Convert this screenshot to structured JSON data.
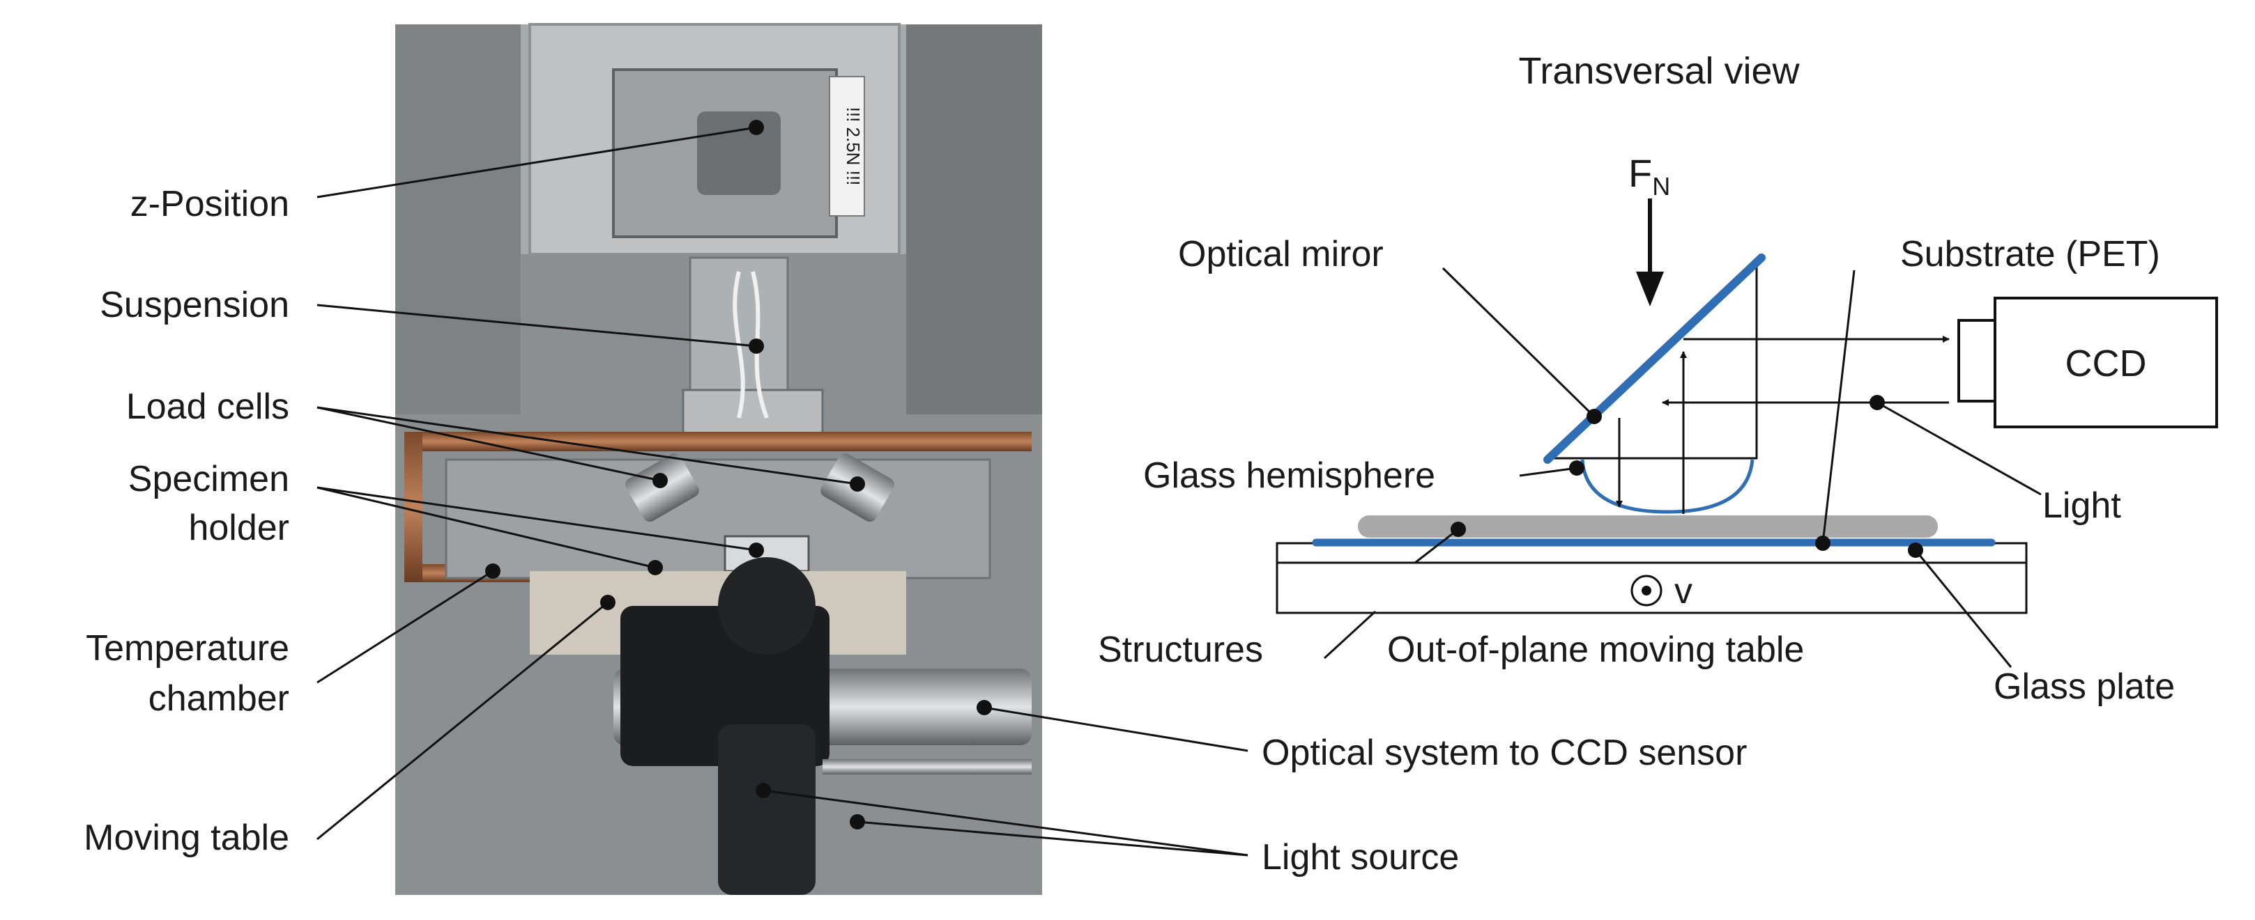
{
  "photo_labels": {
    "z_position": "z-Position",
    "suspension": "Suspension",
    "load_cells": "Load cells",
    "specimen_holder_1": "Specimen",
    "specimen_holder_2": "holder",
    "temperature_chamber_1": "Temperature",
    "temperature_chamber_2": "chamber",
    "moving_table": "Moving table",
    "optical_system": "Optical system to CCD sensor",
    "light_source": "Light source"
  },
  "photo_text": {
    "plate_2_5n": "!!! 2.5N !!!"
  },
  "schematic": {
    "title": "Transversal view",
    "force_symbol": "F",
    "force_subscript": "N",
    "optical_mirror": "Optical miror",
    "substrate": "Substrate (PET)",
    "ccd": "CCD",
    "glass_hemisphere": "Glass hemisphere",
    "light": "Light",
    "velocity": "v",
    "structures": "Structures",
    "moving_table": "Out-of-plane moving table",
    "glass_plate": "Glass plate"
  },
  "colors": {
    "blue": "#2f6db5",
    "film_gray": "#a9a9a9",
    "line": "#111111"
  }
}
